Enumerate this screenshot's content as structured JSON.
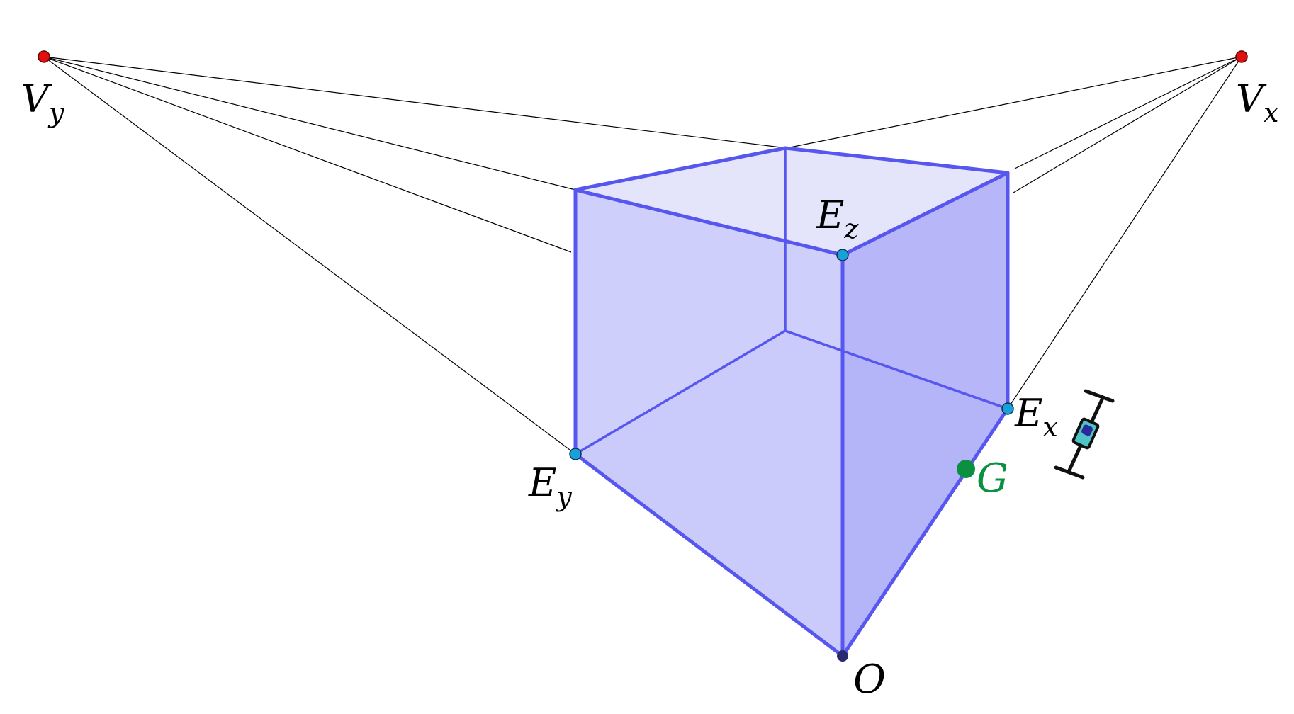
{
  "colors": {
    "vanishing_point": "#e01010",
    "edge": "#5757f0",
    "face_light": "#e3e3fb",
    "face_mid": "#cacafa",
    "face_dark": "#b0b0f8",
    "endpoint": "#1aa0d8",
    "origin": "#2a2a6e",
    "point_g": "#0a9040",
    "slider_body": "#4ec4c4",
    "slider_knob": "#2a2a9e"
  },
  "points": {
    "vy": {
      "letter": "V",
      "sub": "y"
    },
    "vx": {
      "letter": "V",
      "sub": "x"
    },
    "ez": {
      "letter": "E",
      "sub": "z"
    },
    "ex": {
      "letter": "E",
      "sub": "x"
    },
    "ey": {
      "letter": "E",
      "sub": "y"
    },
    "o": {
      "letter": "O"
    },
    "g": {
      "letter": "G"
    }
  },
  "slider": {
    "icon": "slider-handle-icon"
  }
}
